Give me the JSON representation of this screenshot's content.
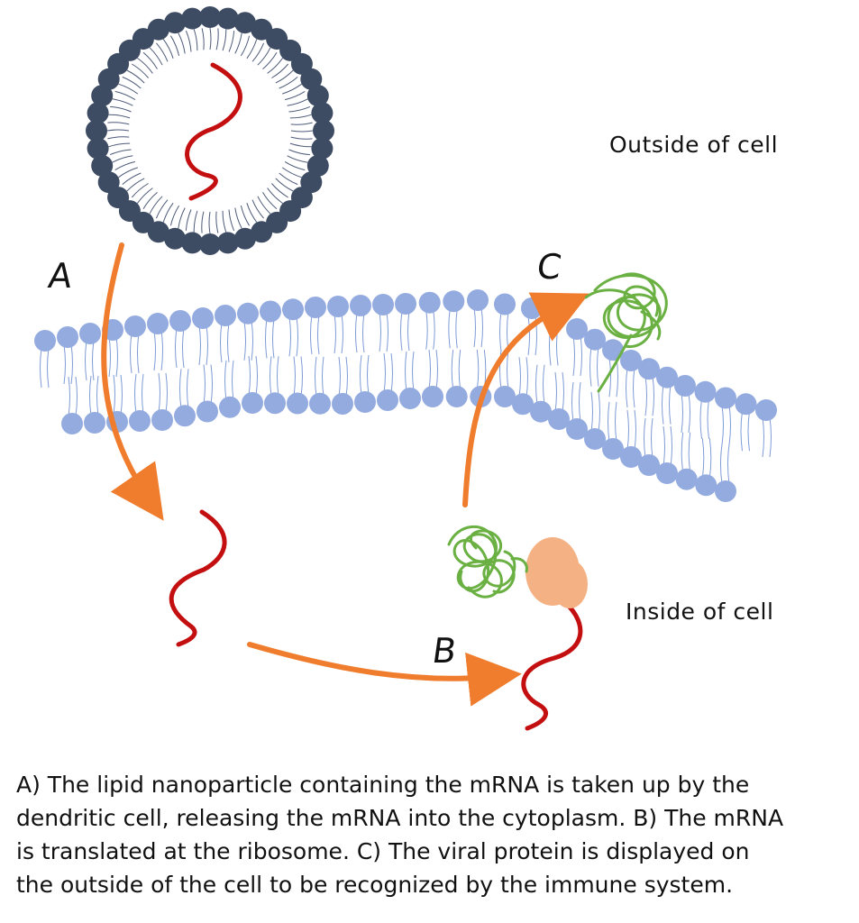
{
  "labels": {
    "outside": "Outside of cell",
    "inside": "Inside of cell"
  },
  "steps": {
    "a": "A",
    "b": "B",
    "c": "C"
  },
  "caption": {
    "lines": [
      "A) The lipid nanoparticle containing the mRNA is taken up by the",
      "dendritic cell, releasing the mRNA into the cytoplasm. B) The mRNA",
      "is translated at the ribosome. C) The viral protein is displayed on",
      "the outside of the cell to be recognized by the immune system."
    ]
  },
  "colors": {
    "nanoparticle_head": "#3d4b63",
    "nanoparticle_tail": "#4d5a78",
    "membrane_head": "#94abe0",
    "membrane_tail": "#7f9bd6",
    "mrna": "#c40f10",
    "arrow": "#ef7d2d",
    "protein": "#6ab042",
    "ribosome": "#f4b183"
  }
}
